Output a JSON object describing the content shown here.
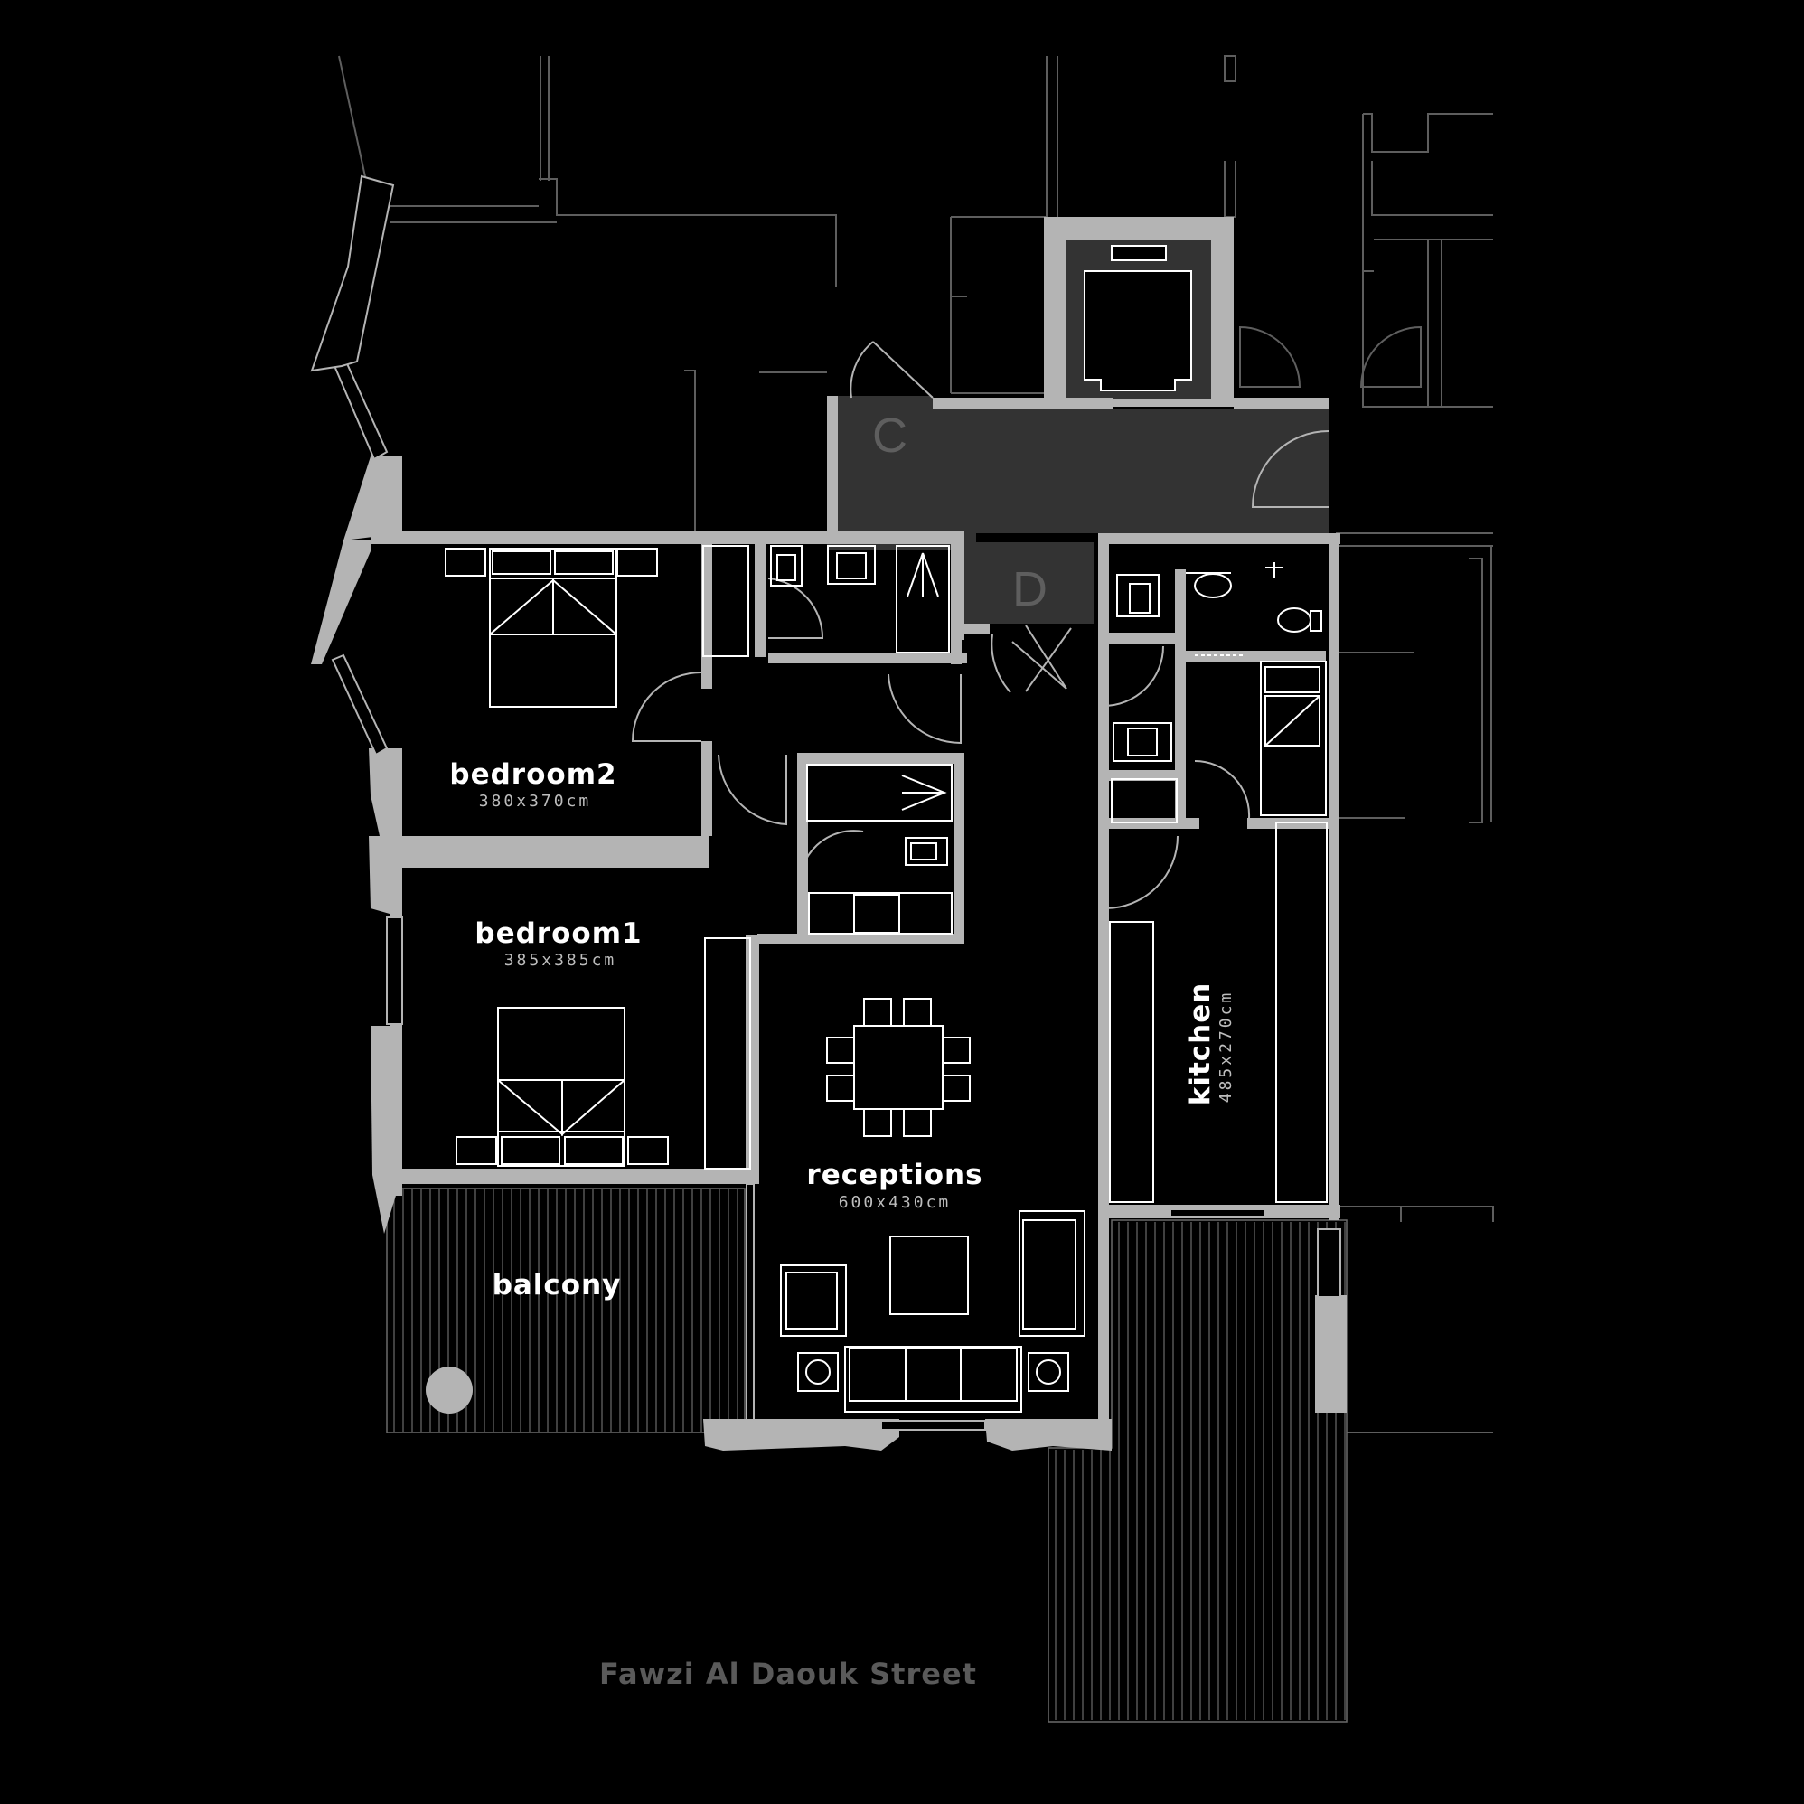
{
  "colors": {
    "background": "#000000",
    "wall": "#b4b4b4",
    "core": "#333333",
    "furniture": "#ffffff",
    "context_lines": "#5e5e5e",
    "street_label": "#5a5a5a"
  },
  "rooms": {
    "bedroom2": {
      "name": "bedroom2",
      "size": "380x370cm"
    },
    "bedroom1": {
      "name": "bedroom1",
      "size": "385x385cm"
    },
    "receptions": {
      "name": "receptions",
      "size": "600x430cm"
    },
    "kitchen": {
      "name": "kitchen",
      "size": "485x270cm"
    },
    "balcony": {
      "name": "balcony"
    }
  },
  "core": {
    "label_c": "C",
    "label_d": "D"
  },
  "street": "Fawzi Al Daouk Street"
}
